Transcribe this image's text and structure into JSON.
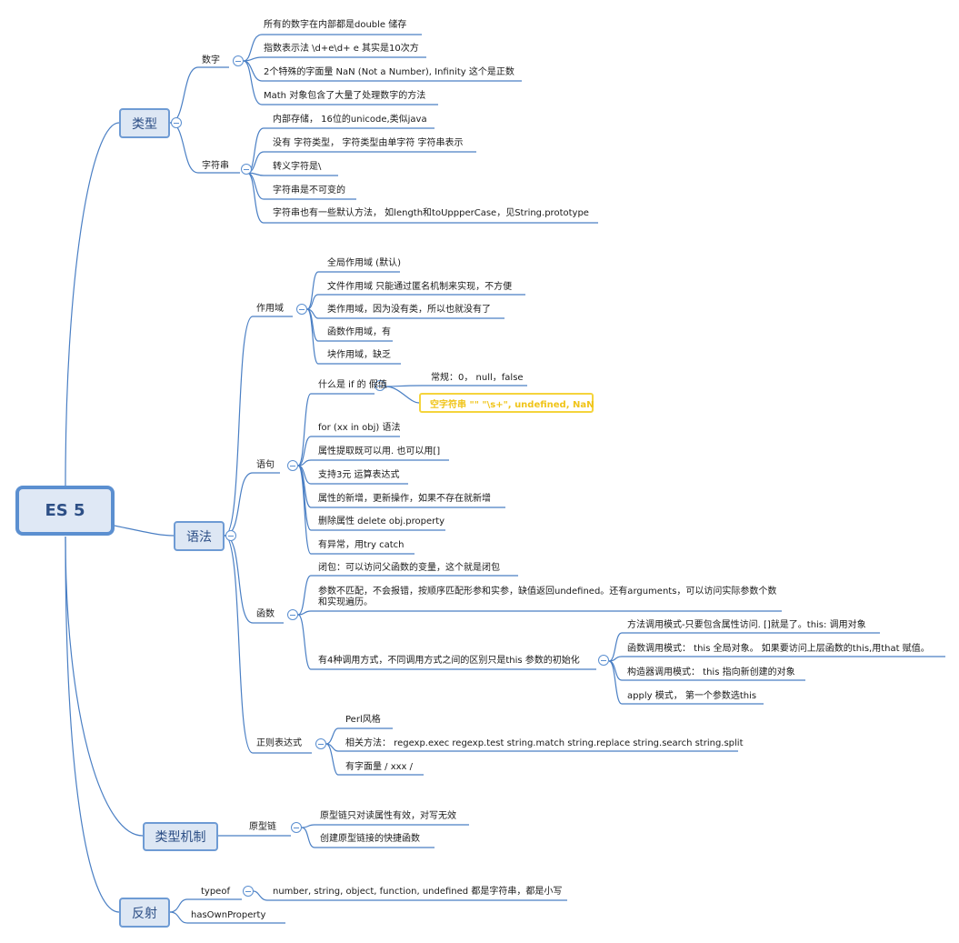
{
  "root": "ES 5",
  "topics": {
    "types": "类型",
    "syntax": "语法",
    "type_mechanism": "类型机制",
    "reflection": "反射"
  },
  "types": {
    "number": {
      "label": "数字",
      "items": [
        "所有的数字在内部都是double 储存",
        "指数表示法 \\d+e\\d+ e 其实是10次方",
        "2个特殊的字面量 NaN (Not a Number), Infinity 这个是正数",
        "Math 对象包含了大量了处理数字的方法"
      ]
    },
    "string": {
      "label": "字符串",
      "items": [
        "内部存储，  16位的unicode,类似java",
        "没有 字符类型，  字符类型由单字符 字符串表示",
        "转义字符是\\",
        "字符串是不可变的",
        "字符串也有一些默认方法，  如length和toUppperCase，见String.prototype"
      ]
    }
  },
  "syntax": {
    "scope": {
      "label": "作用域",
      "items": [
        "全局作用域 (默认)",
        "文件作用域 只能通过匿名机制来实现，不方便",
        "类作用域，因为没有类，所以也就没有了",
        "函数作用域，有",
        "块作用域，缺乏"
      ]
    },
    "statement": {
      "label": "语句",
      "falsy": {
        "label": "什么是 if 的 假值",
        "normal": "常规：0，   null，false",
        "highlight": "空字符串 \"\"  \"\\s+\", undefined, NaN"
      },
      "items": [
        "for (xx in obj) 语法",
        "属性提取既可以用. 也可以用[]",
        "支持3元 运算表达式",
        "属性的新增，更新操作，如果不存在就新增",
        "删除属性 delete obj.property",
        "有异常，用try catch"
      ]
    },
    "function": {
      "label": "函数",
      "closure": "闭包：可以访问父函数的变量，这个就是闭包",
      "params": "参数不匹配，不会报错，按顺序匹配形参和实参，缺值返回undefined。还有arguments，可以访问实际参数个数和实现遍历。",
      "invocation": {
        "label": "有4种调用方式，不同调用方式之间的区别只是this 参数的初始化",
        "items": [
          "方法调用模式-只要包含属性访问. []就是了。this: 调用对象",
          "函数调用模式：  this 全局对象。 如果要访问上层函数的this,用that 赋值。",
          "构造器调用模式：  this 指向新创建的对象",
          "apply 模式，   第一个参数选this"
        ]
      }
    },
    "regex": {
      "label": "正则表达式",
      "items": [
        "Perl风格",
        "相关方法：  regexp.exec regexp.test string.match string.replace string.search string.split",
        "有字面量 / xxx /"
      ]
    }
  },
  "type_mechanism": {
    "prototype_chain": {
      "label": "原型链",
      "items": [
        "原型链只对读属性有效，对写无效",
        "创建原型链接的快捷函数"
      ]
    }
  },
  "reflection": {
    "typeof": {
      "label": "typeof",
      "desc": "number, string, object, function, undefined 都是字符串，都是小写"
    },
    "has_own": "hasOwnProperty"
  },
  "colors": {
    "line": "#4a7fc4",
    "topic_fill": "#dde7f4",
    "topic_border": "#6e9bd4",
    "root_border": "#5b8fd0",
    "highlight_border": "#f5d43c",
    "highlight_text": "#f0c419"
  }
}
